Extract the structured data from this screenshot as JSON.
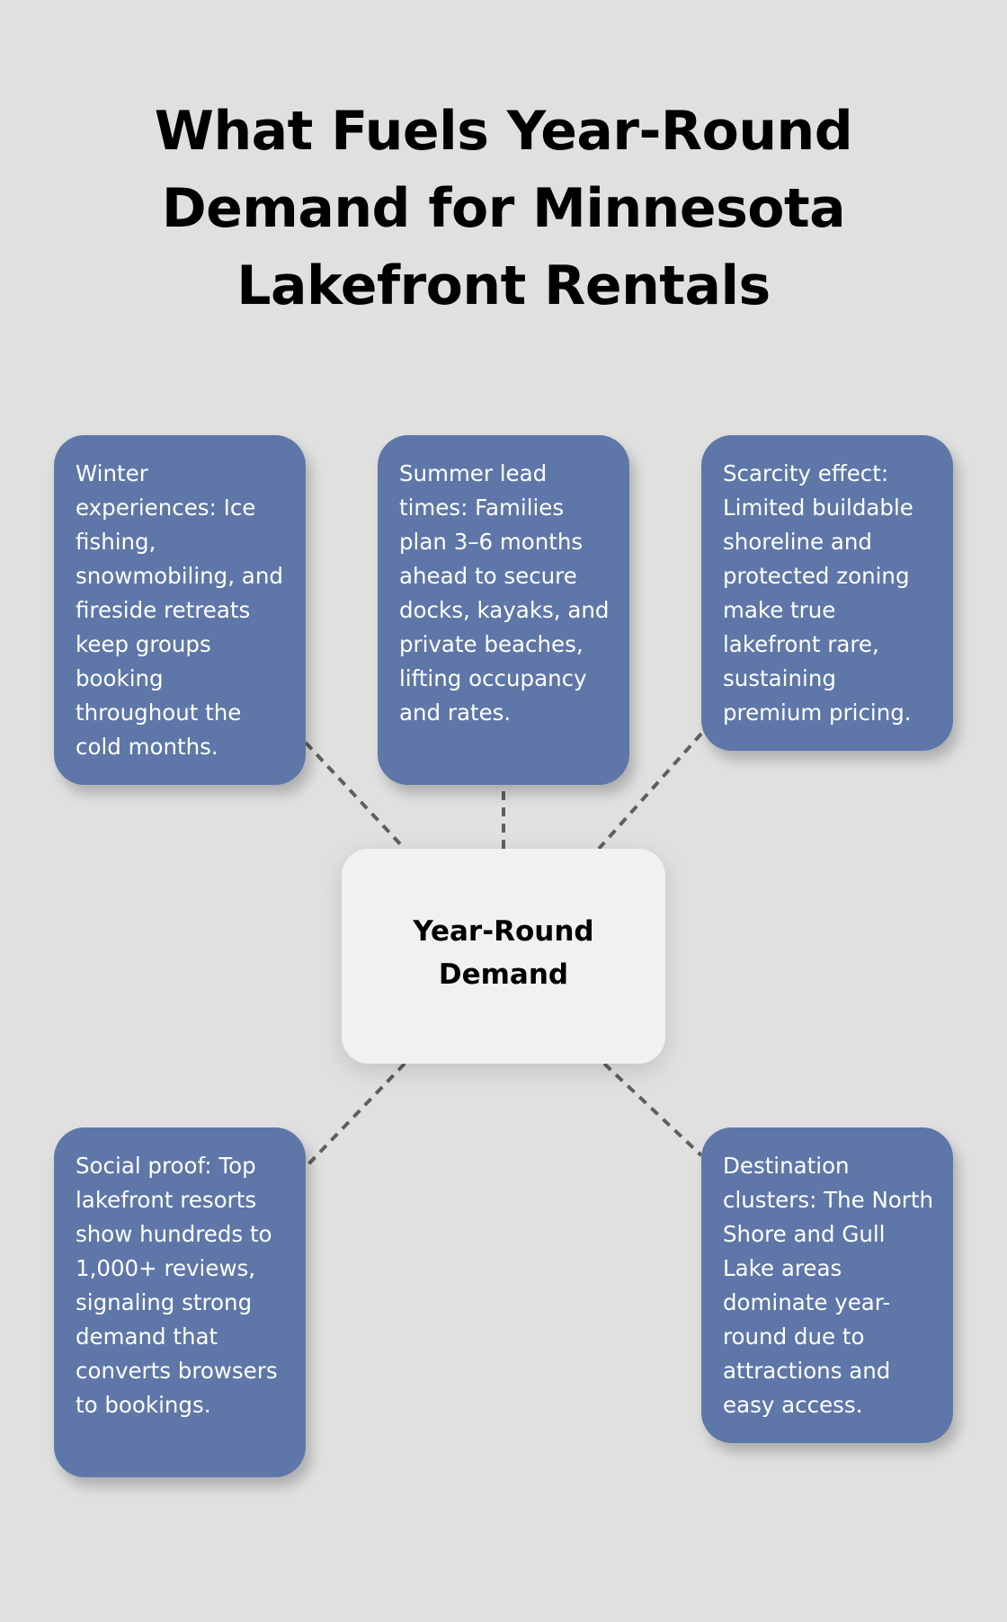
{
  "title": {
    "lines": [
      "What Fuels Year-Round",
      "Demand for Minnesota",
      "Lakefront Rentals"
    ]
  },
  "center_node": {
    "lines": [
      "Year-Round",
      "Demand"
    ]
  },
  "nodes": [
    {
      "id": "winter-experiences",
      "text": "Winter experiences: Ice fishing, snowmobiling, and fireside retreats keep groups booking throughout the cold months."
    },
    {
      "id": "summer-lead-times",
      "text": "Summer lead times: Families plan 3–6 months ahead to secure docks, kayaks, and private beaches, lifting occupancy and rates."
    },
    {
      "id": "scarcity-effect",
      "text": "Scarcity effect: Limited buildable shoreline and protected zoning make true lakefront rare, sustaining premium pricing."
    },
    {
      "id": "social-proof",
      "text": "Social proof: Top lakefront resorts show hundreds to 1,000+ reviews, signaling strong demand that converts browsers to bookings."
    },
    {
      "id": "destination-clusters",
      "text": "Destination clusters: The North Shore and Gull Lake areas dominate year-round due to attractions and easy access."
    }
  ],
  "colors": {
    "background": "#dfe0df",
    "node_fill": "#5e77a8",
    "center_fill": "#f0f1f3",
    "connector": "#5f5f5f",
    "node_text": "#ffffff",
    "title_text": "#000000"
  }
}
